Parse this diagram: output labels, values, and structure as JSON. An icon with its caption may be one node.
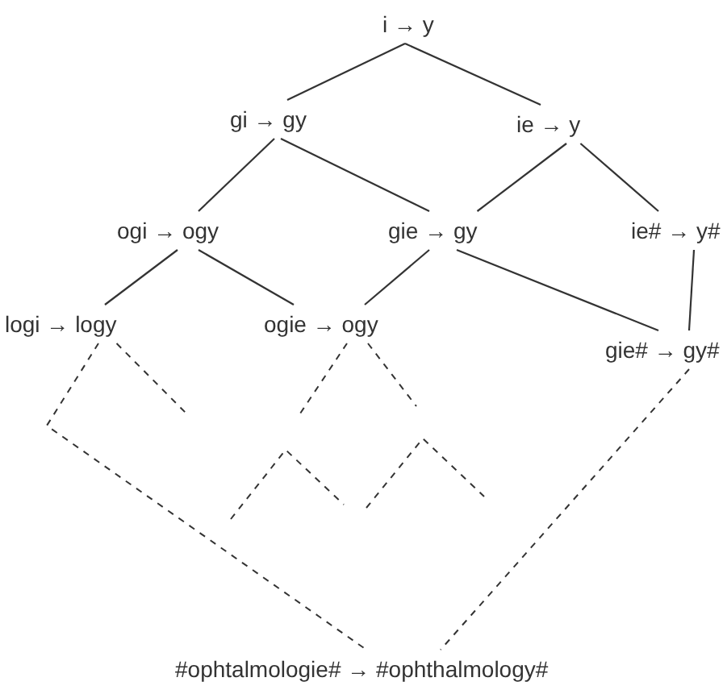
{
  "diagram": {
    "nodes": [
      {
        "text": [
          "i → y"
        ]
      },
      {
        "text": [
          "gi → gy"
        ]
      },
      {
        "text": [
          "ie → y"
        ]
      },
      {
        "text": [
          "ogi → ogy"
        ]
      },
      {
        "text": [
          "gie → gy"
        ]
      },
      {
        "text": [
          "ie# → y#"
        ]
      },
      {
        "text": [
          "logi → logy"
        ]
      },
      {
        "text": [
          "ogie → ogy"
        ]
      },
      {
        "text": [
          "gie# → gy#"
        ]
      },
      {
        "text": [
          "#ophtalmologie# → #ophthalmology#"
        ]
      }
    ],
    "edges": [
      {
        "from": 0,
        "to": 1,
        "arrow": "none"
      },
      {
        "from": 0,
        "to": 2,
        "arrow": "none"
      },
      {
        "from": 1,
        "to": 3,
        "arrow": "none"
      },
      {
        "from": 1,
        "to": 4,
        "arrow": "none"
      },
      {
        "from": 2,
        "to": 4,
        "arrow": "none"
      },
      {
        "from": 2,
        "to": 5,
        "arrow": "none"
      },
      {
        "from": 3,
        "to": 6,
        "arrow": "none"
      },
      {
        "from": 3,
        "to": 7,
        "arrow": "none"
      },
      {
        "from": 4,
        "to": 7,
        "arrow": "none"
      },
      {
        "from": 4,
        "to": 8,
        "arrow": "none"
      },
      {
        "from": 5,
        "to": 8,
        "arrow": "none"
      },
      {
        "from": 6,
        "to": 9,
        "arrow": "none",
        "style": "dashed"
      },
      {
        "from": 6,
        "to": null,
        "arrow": "none",
        "style": "dashed"
      },
      {
        "from": 7,
        "to": null,
        "arrow": "none",
        "style": "dashed"
      },
      {
        "from": 7,
        "to": null,
        "arrow": "none",
        "style": "dashed"
      },
      {
        "from": 8,
        "to": 9,
        "arrow": "none",
        "style": "dashed"
      }
    ]
  }
}
